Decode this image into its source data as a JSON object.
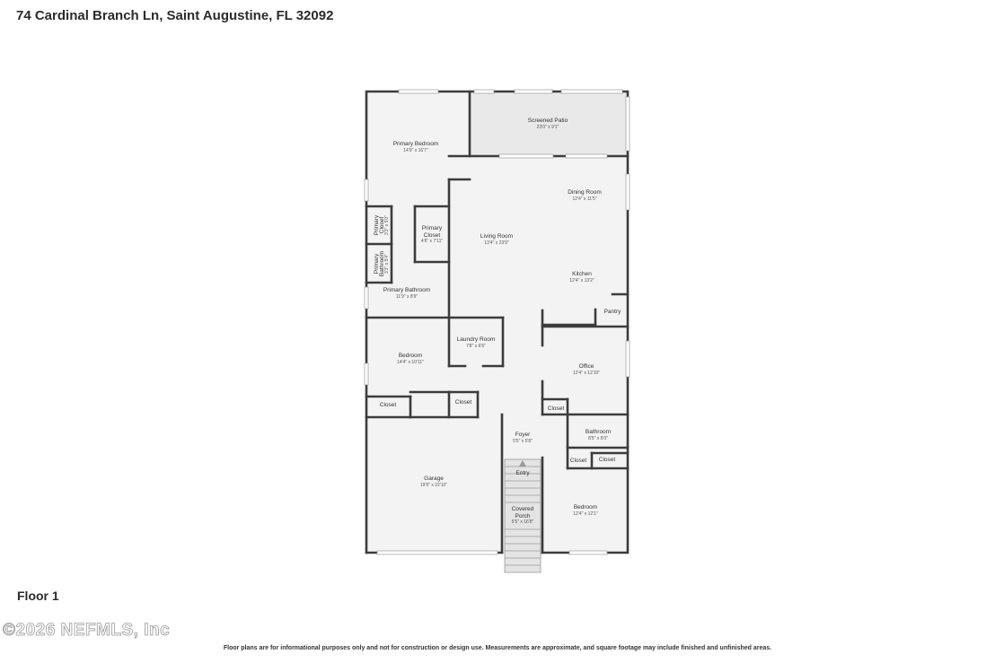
{
  "header": {
    "address": "74 Cardinal Branch Ln, Saint Augustine, FL 32092"
  },
  "floor": {
    "label": "Floor 1"
  },
  "watermark": {
    "text": "©2026 NEFMLS, Inc"
  },
  "disclaimer": "Floor plans are for informational purposes only and not for construction or design use. Measurements are approximate, and square footage may include finished and unfinished areas.",
  "colors": {
    "wall": "#3c3c3c",
    "floor": "#f3f3f3",
    "patio": "#e9e9e9",
    "porch": "#e4e4e4"
  },
  "rooms": {
    "screened_patio": {
      "name": "Screened Patio",
      "dims": "23'0\" x 9'1\""
    },
    "primary_bedroom": {
      "name": "Primary Bedroom",
      "dims": "14'9\" x 16'7\""
    },
    "dining_room": {
      "name": "Dining Room",
      "dims": "12'4\" x 11'5\""
    },
    "primary_closet_small": {
      "name1": "Primary",
      "name2": "Closet",
      "dims": "3'3\" x 5'0\""
    },
    "primary_closet": {
      "name1": "Primary",
      "name2": "Closet",
      "dims": "4'6\" x 7'11\""
    },
    "living_room": {
      "name": "Living Room",
      "dims": "13'4\" x 23'9\""
    },
    "primary_bathroom_small": {
      "name1": "Primary",
      "name2": "Bathroom",
      "dims": "3'3\" x 5'4\""
    },
    "kitchen": {
      "name": "Kitchen",
      "dims": "12'4\" x 13'2\""
    },
    "primary_bathroom": {
      "name": "Primary Bathroom",
      "dims": "11'9\" x 8'9\""
    },
    "pantry": {
      "name": "Pantry"
    },
    "laundry_room": {
      "name": "Laundry Room",
      "dims": "7'8\" x 6'6\""
    },
    "bedroom_left": {
      "name": "Bedroom",
      "dims": "14'4\" x 10'11\""
    },
    "office": {
      "name": "Office",
      "dims": "12'4\" x 12'10\""
    },
    "closet_left": {
      "name": "Closet"
    },
    "closet_center": {
      "name": "Closet"
    },
    "closet_right": {
      "name": "Closet"
    },
    "bathroom": {
      "name": "Bathroom",
      "dims": "8'5\" x 5'0\""
    },
    "foyer": {
      "name": "Foyer",
      "dims": "5'5\" x 5'8\""
    },
    "closet_bath_a": {
      "name": "Closet"
    },
    "closet_bath_b": {
      "name": "Closet"
    },
    "entry": {
      "name": "Entry"
    },
    "garage": {
      "name": "Garage",
      "dims": "19'9\" x 22'10\""
    },
    "covered_porch": {
      "name1": "Covered",
      "name2": "Porch",
      "dims": "5'5\" x 16'8\""
    },
    "bedroom_right": {
      "name": "Bedroom",
      "dims": "12'4\" x 12'1\""
    }
  }
}
